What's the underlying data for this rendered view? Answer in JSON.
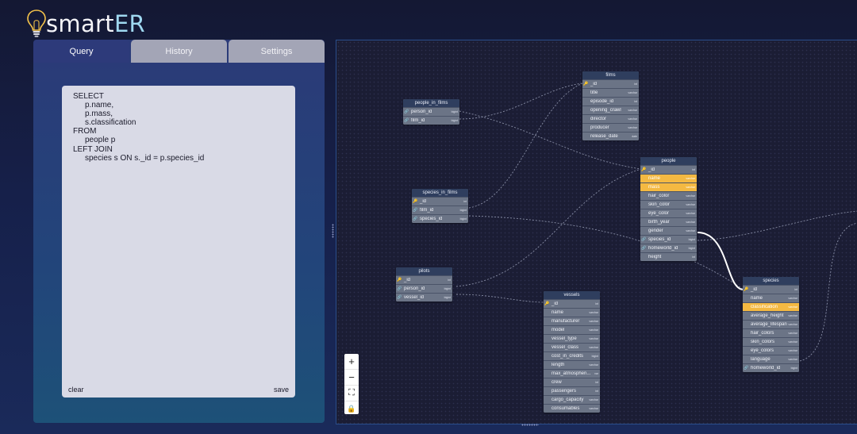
{
  "app": {
    "title_prefix": "smart",
    "title_suffix": "ER"
  },
  "tabs": [
    {
      "label": "Query",
      "active": true
    },
    {
      "label": "History",
      "active": false
    },
    {
      "label": "Settings",
      "active": false
    }
  ],
  "editor": {
    "sql_lines": [
      {
        "text": "SELECT",
        "indent": false
      },
      {
        "text": "p.name,",
        "indent": true
      },
      {
        "text": "p.mass,",
        "indent": true
      },
      {
        "text": "s.classification",
        "indent": true
      },
      {
        "text": "FROM",
        "indent": false
      },
      {
        "text": "people p",
        "indent": true
      },
      {
        "text": "LEFT JOIN",
        "indent": false
      },
      {
        "text": "species s ON s._id = p.species_id",
        "indent": true
      }
    ],
    "clear_label": "clear",
    "save_label": "save"
  },
  "zoom_controls": [
    {
      "name": "zoom-in-button",
      "glyph": "+"
    },
    {
      "name": "zoom-out-button",
      "glyph": "−"
    },
    {
      "name": "fit-view-button",
      "glyph": "⛶"
    },
    {
      "name": "lock-button",
      "glyph": "🔒"
    }
  ],
  "colors": {
    "highlight": "#f4b942",
    "table_header": "#2f3e5e",
    "edge_active": "#ffffff",
    "edge": "#9aa0b8"
  },
  "tables": [
    {
      "id": "films",
      "name": "films",
      "columns": [
        {
          "name": "_id",
          "type": "int",
          "key": true
        },
        {
          "name": "title",
          "type": "varchar"
        },
        {
          "name": "episode_id",
          "type": "int"
        },
        {
          "name": "opening_crawl",
          "type": "varchar"
        },
        {
          "name": "director",
          "type": "varchar"
        },
        {
          "name": "producer",
          "type": "varchar"
        },
        {
          "name": "release_date",
          "type": "date"
        }
      ]
    },
    {
      "id": "people_in_films",
      "name": "people_in_films",
      "columns": [
        {
          "name": "person_id",
          "type": "bigint",
          "fk": true
        },
        {
          "name": "film_id",
          "type": "bigint",
          "fk": true
        }
      ]
    },
    {
      "id": "people",
      "name": "people",
      "columns": [
        {
          "name": "_id",
          "type": "int",
          "key": true
        },
        {
          "name": "name",
          "type": "varchar",
          "highlight": true
        },
        {
          "name": "mass",
          "type": "varchar",
          "highlight": true
        },
        {
          "name": "hair_color",
          "type": "varchar"
        },
        {
          "name": "skin_color",
          "type": "varchar"
        },
        {
          "name": "eye_color",
          "type": "varchar"
        },
        {
          "name": "birth_year",
          "type": "varchar"
        },
        {
          "name": "gender",
          "type": "varchar"
        },
        {
          "name": "species_id",
          "type": "bigint",
          "fk": true
        },
        {
          "name": "homeworld_id",
          "type": "bigint",
          "fk": true
        },
        {
          "name": "height",
          "type": "int"
        }
      ]
    },
    {
      "id": "species_in_films",
      "name": "species_in_films",
      "columns": [
        {
          "name": "_id",
          "type": "int",
          "key": true
        },
        {
          "name": "film_id",
          "type": "bigint",
          "fk": true
        },
        {
          "name": "species_id",
          "type": "bigint",
          "fk": true
        }
      ]
    },
    {
      "id": "pilots",
      "name": "pilots",
      "columns": [
        {
          "name": "_id",
          "type": "int",
          "key": true
        },
        {
          "name": "person_id",
          "type": "bigint",
          "fk": true
        },
        {
          "name": "vessel_id",
          "type": "bigint",
          "fk": true
        }
      ]
    },
    {
      "id": "vessels",
      "name": "vessels",
      "columns": [
        {
          "name": "_id",
          "type": "int",
          "key": true
        },
        {
          "name": "name",
          "type": "varchar"
        },
        {
          "name": "manufacturer",
          "type": "varchar"
        },
        {
          "name": "model",
          "type": "varchar"
        },
        {
          "name": "vessel_type",
          "type": "varchar"
        },
        {
          "name": "vessel_class",
          "type": "varchar"
        },
        {
          "name": "cost_in_credits",
          "type": "bigint"
        },
        {
          "name": "length",
          "type": "varchar"
        },
        {
          "name": "max_atmospheri...",
          "type": "var"
        },
        {
          "name": "crew",
          "type": "int"
        },
        {
          "name": "passengers",
          "type": "int"
        },
        {
          "name": "cargo_capacity",
          "type": "varchar"
        },
        {
          "name": "consumables",
          "type": "varchar"
        }
      ]
    },
    {
      "id": "species",
      "name": "species",
      "columns": [
        {
          "name": "_id",
          "type": "int",
          "key": true
        },
        {
          "name": "name",
          "type": "varchar"
        },
        {
          "name": "classification",
          "type": "varchar",
          "highlight": true
        },
        {
          "name": "average_height",
          "type": "varchar"
        },
        {
          "name": "average_lifespan",
          "type": "varchar"
        },
        {
          "name": "hair_colors",
          "type": "varchar"
        },
        {
          "name": "skin_colors",
          "type": "varchar"
        },
        {
          "name": "eye_colors",
          "type": "varchar"
        },
        {
          "name": "language",
          "type": "varchar"
        },
        {
          "name": "homeworld_id",
          "type": "bigint",
          "fk": true
        }
      ]
    }
  ]
}
